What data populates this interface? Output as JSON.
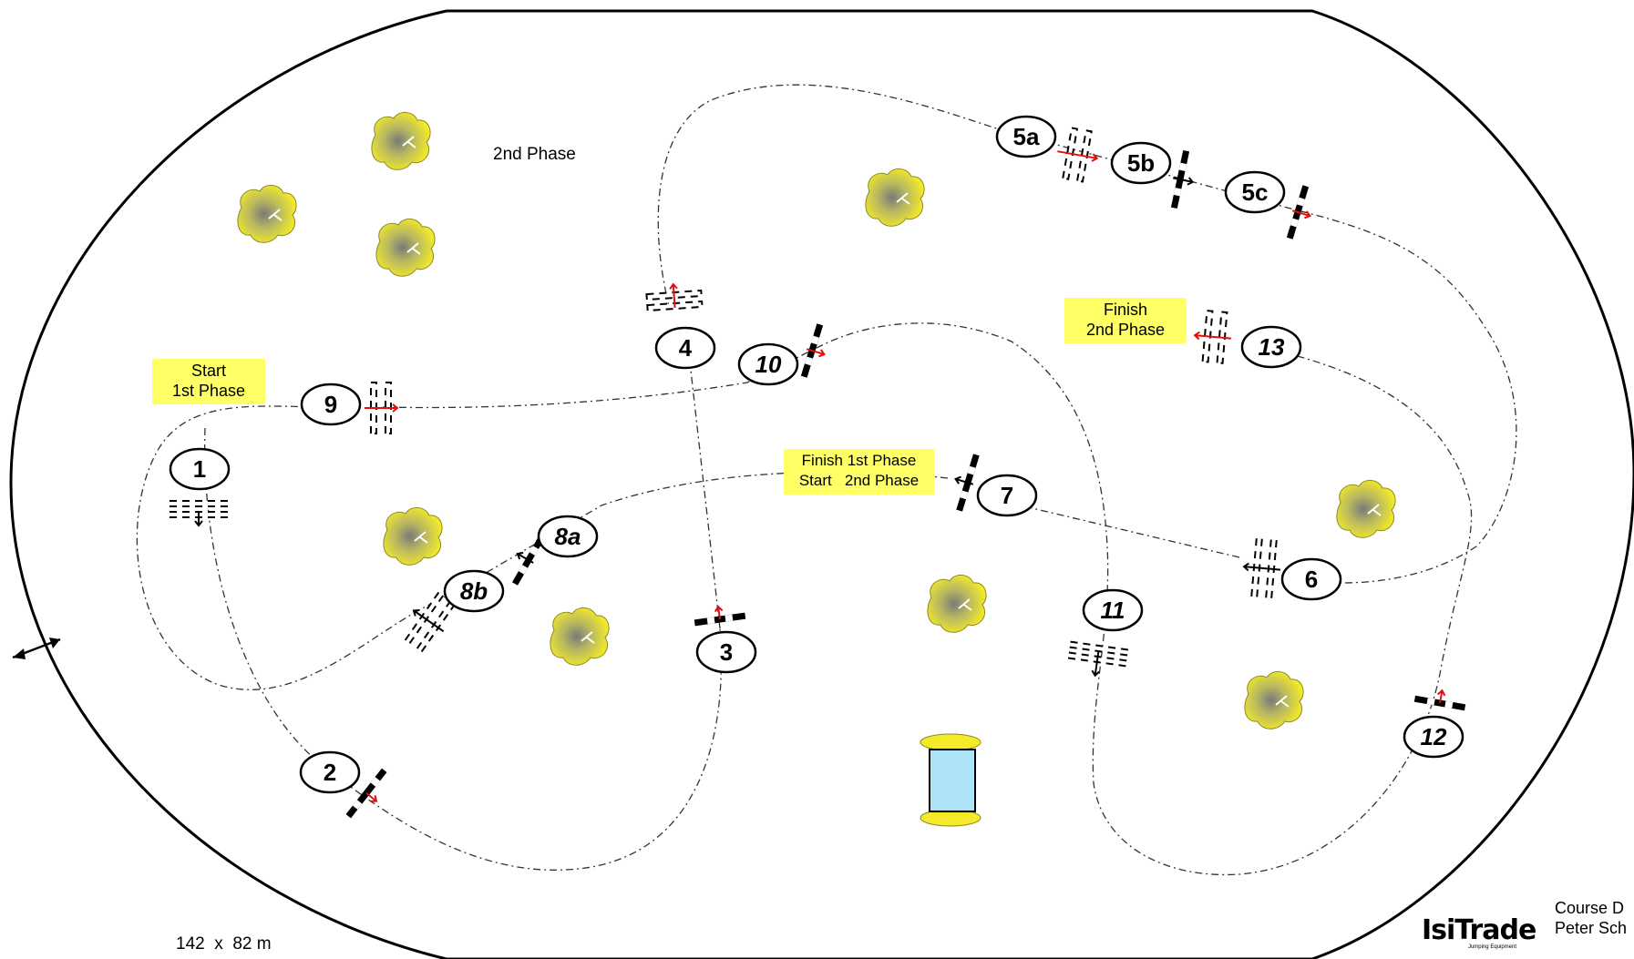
{
  "arena": {
    "dimensions": "142  x  82 m"
  },
  "labels": {
    "second_phase": "2nd Phase",
    "start_first": {
      "line1": "Start",
      "line2": "1st Phase"
    },
    "finish_second": {
      "line1": "Finish",
      "line2": "2nd Phase"
    },
    "finish_first_start_second": {
      "line1": "Finish 1st Phase",
      "line2": "Start   2nd Phase"
    }
  },
  "obstacles": [
    {
      "id": "1",
      "italic": false
    },
    {
      "id": "2",
      "italic": false
    },
    {
      "id": "3",
      "italic": false
    },
    {
      "id": "4",
      "italic": false
    },
    {
      "id": "5a",
      "italic": false
    },
    {
      "id": "5b",
      "italic": false
    },
    {
      "id": "5c",
      "italic": false
    },
    {
      "id": "6",
      "italic": false
    },
    {
      "id": "7",
      "italic": false
    },
    {
      "id": "8a",
      "italic": true
    },
    {
      "id": "8b",
      "italic": true
    },
    {
      "id": "9",
      "italic": false
    },
    {
      "id": "10",
      "italic": true
    },
    {
      "id": "11",
      "italic": true
    },
    {
      "id": "12",
      "italic": true
    },
    {
      "id": "13",
      "italic": true
    }
  ],
  "footer": {
    "designer_line1": "Course D",
    "designer_line2": "Peter Sch",
    "logo_text": "IsiTrade",
    "logo_sub": "Jumping Equipment"
  },
  "colors": {
    "tree": "#f4ea2a",
    "water": "#aee3f7",
    "highlight": "#ffff66",
    "arrow": "#e01010"
  }
}
